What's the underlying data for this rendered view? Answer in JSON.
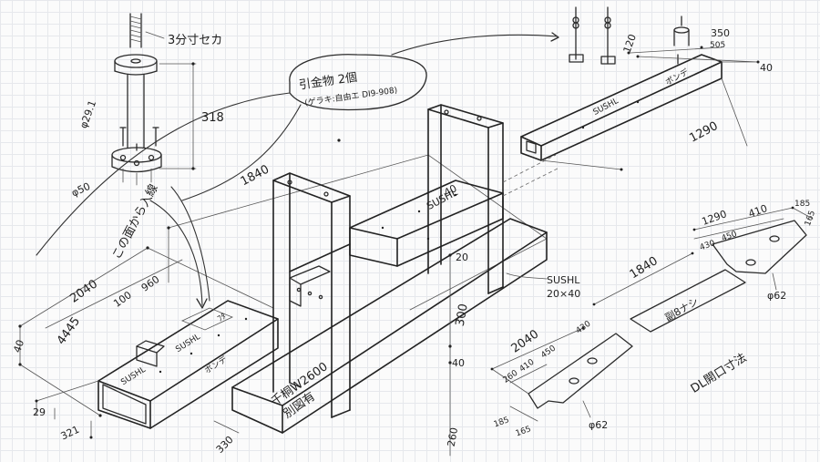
{
  "labels": {
    "thread": "3分寸セカ",
    "height_318": "318",
    "phi_dia": "φ29.1",
    "phi_base": "φ50",
    "from_this_face": "この面から入線",
    "fitting_title": "引金物 2個",
    "fitting_sub": "(ゲラキ:自由エ DI9-908)",
    "bar_2040": "2040",
    "bar_4445": "4445",
    "bar_100": "100",
    "bar_960": "960",
    "bar_40": "40",
    "bar_29": "29",
    "bar_321": "321",
    "bar_lbl_a": "ﾌﾀ",
    "bar_lbl_sus": "SUSHL",
    "bar_lbl_bon": "ボンデ",
    "center_1840": "1840",
    "frame_20": "20",
    "frame_300": "300",
    "frame_40": "40",
    "frame_260": "260",
    "susl_tag": "SUSHL",
    "susl_size": "20×40",
    "floor_note1": "千桐W2600",
    "floor_note2": "別図有",
    "floor_330": "330",
    "top_350": "350",
    "top_505": "505",
    "top_120": "120",
    "top_40": "40",
    "top_1290": "1290",
    "cut_right_1290": "1290",
    "cut_right_410": "410",
    "cut_right_185": "185",
    "cut_right_165": "165",
    "cut_right_430": "430",
    "cut_right_450": "450",
    "cut_right_phi": "φ62",
    "cut_mid_1840": "1840",
    "cut_mid_label": "副8ナシ",
    "cut_left_2040": "2040",
    "cut_left_430": "430",
    "cut_left_450": "450",
    "cut_left_260": "260",
    "cut_left_410": "410",
    "cut_left_185": "185",
    "cut_left_165": "165",
    "cut_left_phi": "φ62",
    "dl_title": "DL開口寸法"
  },
  "colors": {
    "ink": "#2b2b2b",
    "grid": "#e6e8ec",
    "paper": "#fbfbfb"
  }
}
